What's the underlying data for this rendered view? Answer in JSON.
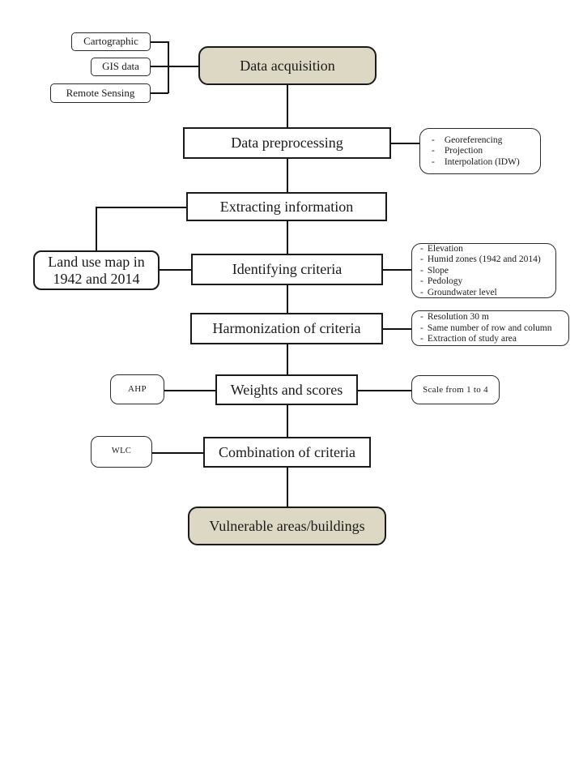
{
  "palette": {
    "accent_fill": "#ddd8c3",
    "border": "#1a1a1a",
    "background": "#ffffff"
  },
  "bullet": "-",
  "flow": {
    "data_acquisition": "Data acquisition",
    "data_preprocessing": "Data preprocessing",
    "extracting_information": "Extracting information",
    "identifying_criteria": "Identifying criteria",
    "harmonization_of_criteria": "Harmonization of criteria",
    "weights_and_scores": "Weights and scores",
    "combination_of_criteria": "Combination of criteria",
    "vulnerable_areas": "Vulnerable areas/buildings"
  },
  "inputs": {
    "cartographic": "Cartographic",
    "gis_data": "GIS data",
    "remote_sensing": "Remote Sensing"
  },
  "side_boxes": {
    "land_use_map": "Land use map in 1942 and 2014",
    "ahp": "AHP",
    "wlc": "WLC",
    "scale": "Scale from 1 to 4"
  },
  "notes": {
    "preprocessing": [
      "Georeferencing",
      "Projection",
      "Interpolation (IDW)"
    ],
    "criteria": [
      "Elevation",
      "Humid zones (1942 and 2014)",
      "Slope",
      "Pedology",
      "Groundwater level"
    ],
    "harmonization": [
      "Resolution 30 m",
      "Same number of row and column",
      "Extraction of  study area"
    ]
  }
}
